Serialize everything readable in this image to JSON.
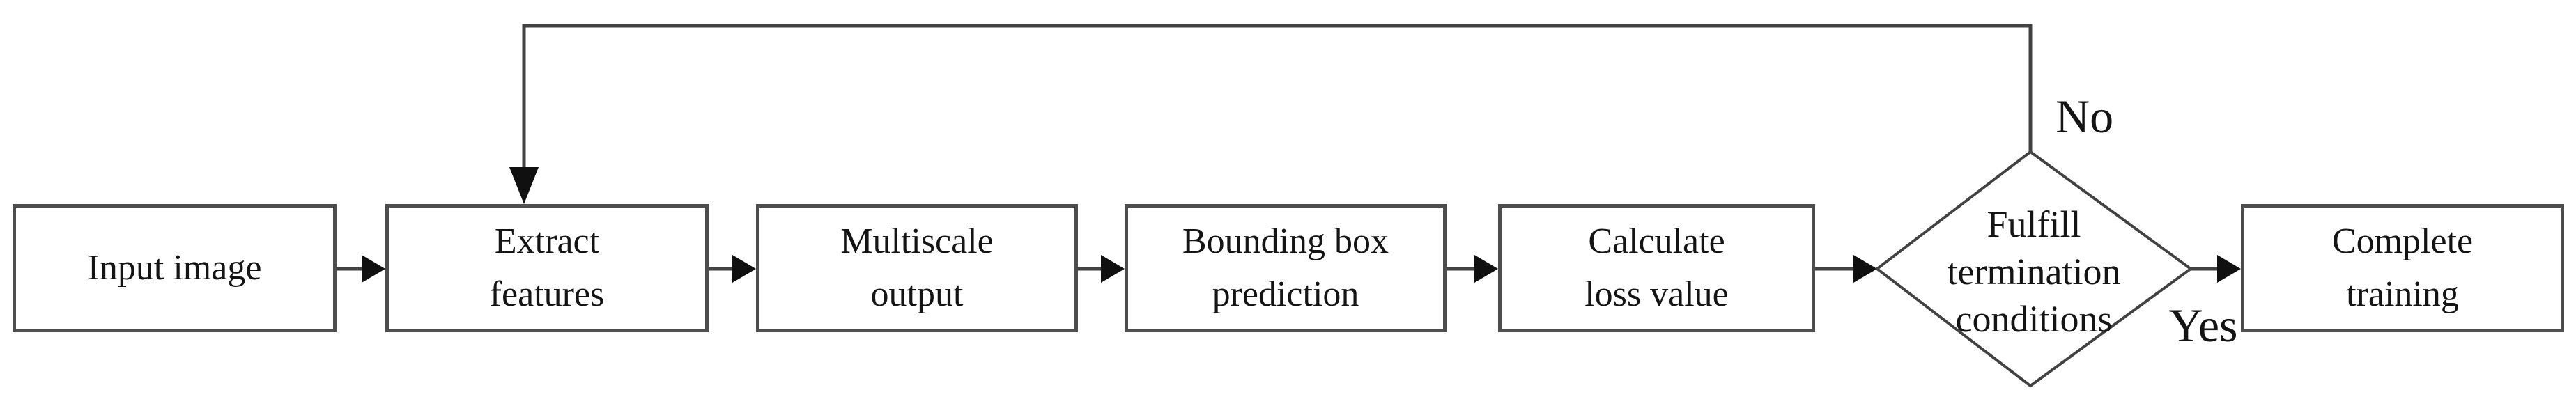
{
  "flow": {
    "nodes": [
      {
        "id": "input-image",
        "shape": "rect",
        "label": "Input image"
      },
      {
        "id": "extract-features",
        "shape": "rect",
        "label": "Extract\nfeatures"
      },
      {
        "id": "multiscale-output",
        "shape": "rect",
        "label": "Multiscale\noutput"
      },
      {
        "id": "bounding-box-prediction",
        "shape": "rect",
        "label": "Bounding box\nprediction"
      },
      {
        "id": "calculate-loss-value",
        "shape": "rect",
        "label": "Calculate\nloss value"
      },
      {
        "id": "fulfill-termination-conditions",
        "shape": "diamond",
        "label": "Fulfill\ntermination\nconditions"
      },
      {
        "id": "complete-training",
        "shape": "rect",
        "label": "Complete\ntraining"
      }
    ],
    "edges": [
      {
        "from": "input-image",
        "to": "extract-features"
      },
      {
        "from": "extract-features",
        "to": "multiscale-output"
      },
      {
        "from": "multiscale-output",
        "to": "bounding-box-prediction"
      },
      {
        "from": "bounding-box-prediction",
        "to": "calculate-loss-value"
      },
      {
        "from": "calculate-loss-value",
        "to": "fulfill-termination-conditions"
      },
      {
        "from": "fulfill-termination-conditions",
        "to": "complete-training",
        "label": "Yes"
      },
      {
        "from": "fulfill-termination-conditions",
        "to": "extract-features",
        "label": "No"
      }
    ],
    "labels": {
      "yes": "Yes",
      "no": "No"
    },
    "colors": {
      "background": "#ffffff",
      "box_border": "#4d4d4d",
      "connector": "#424242",
      "arrowhead": "#101010",
      "text": "#141414"
    }
  }
}
